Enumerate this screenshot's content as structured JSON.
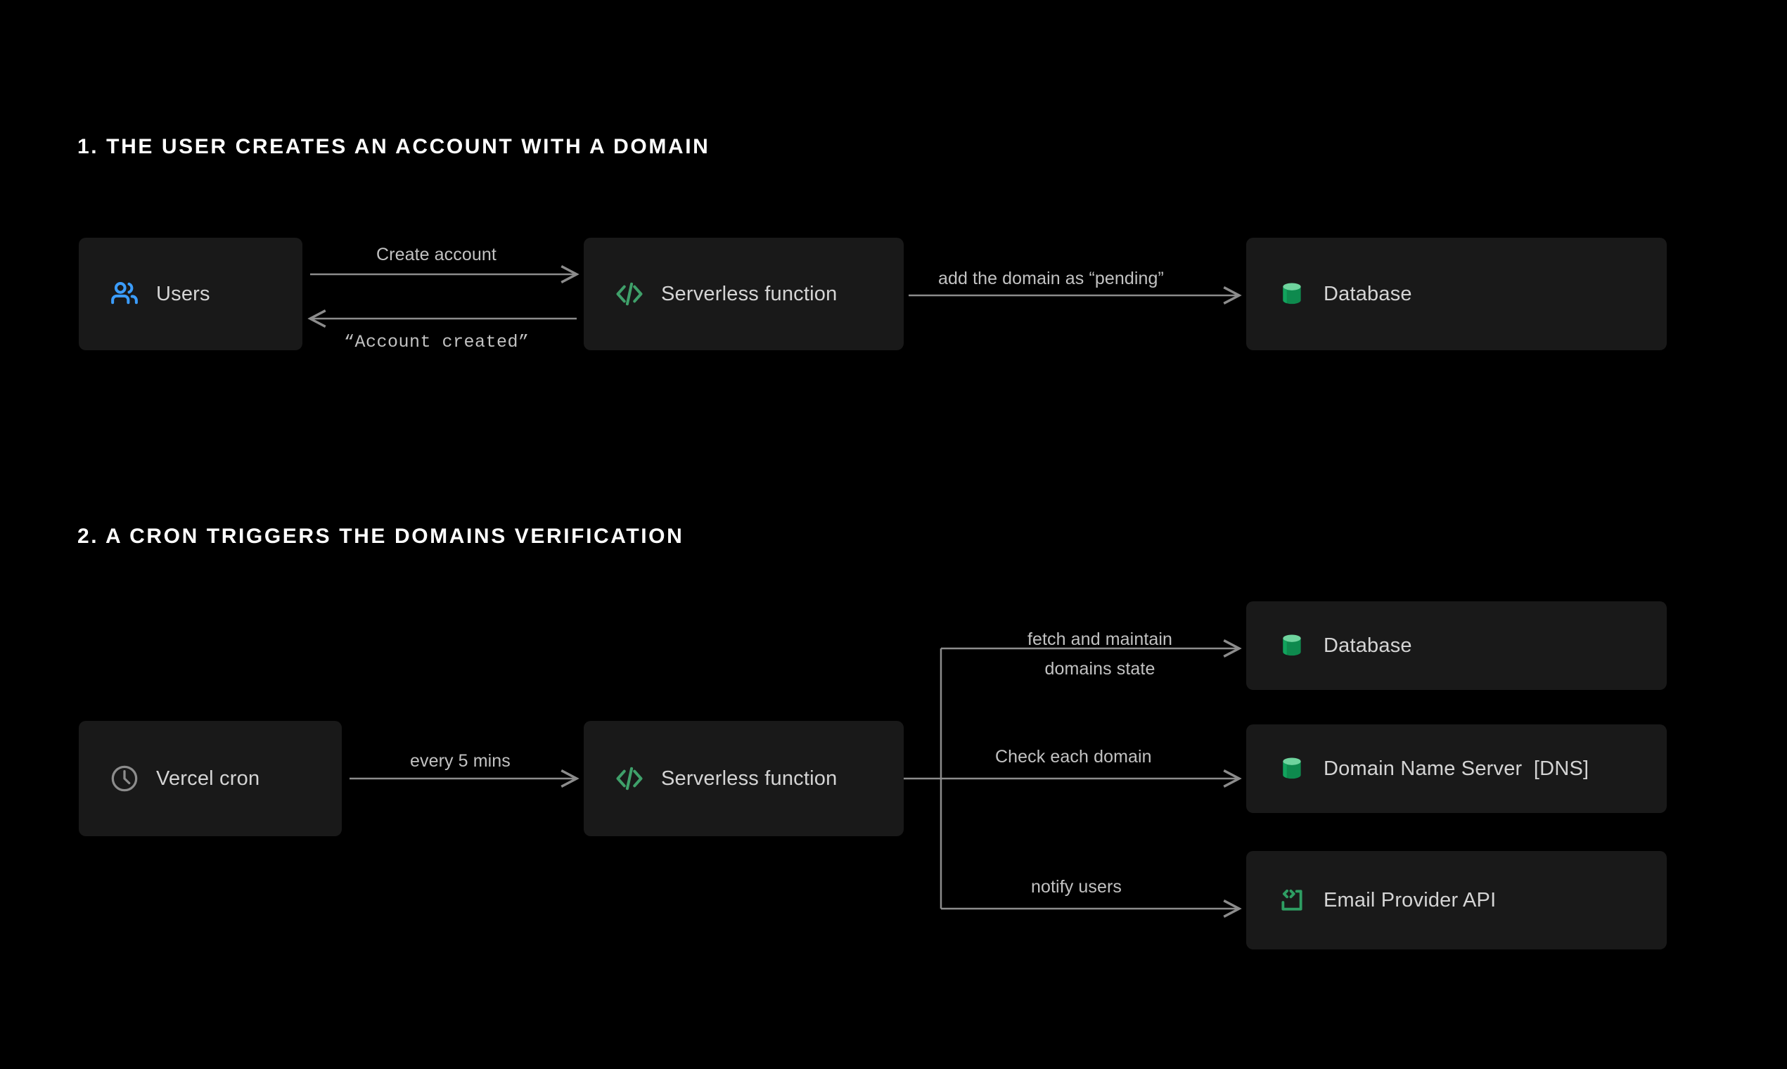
{
  "page": {
    "background": "#000000",
    "box_fill": "#191919",
    "text_color": "#d4d4d4",
    "heading_color": "#ffffff",
    "line_color": "#8c8c8c",
    "accent_green": "#3fa06a",
    "accent_green_light": "#6fd49e",
    "accent_green_dark": "#0e8a4e",
    "accent_blue": "#3b9dff",
    "icon_gray": "#8c8c8c"
  },
  "sections": [
    {
      "id": "section-1",
      "heading": "1. THE USER CREATES AN ACCOUNT WITH A DOMAIN",
      "nodes": [
        {
          "id": "users",
          "label": "Users",
          "icon": "users-icon"
        },
        {
          "id": "fn1",
          "label": "Serverless function",
          "icon": "code-icon"
        },
        {
          "id": "db1",
          "label": "Database",
          "icon": "database-icon"
        }
      ],
      "edges": [
        {
          "id": "create-account",
          "label": "Create account",
          "from": "users",
          "to": "fn1",
          "direction": "right",
          "style": "sans"
        },
        {
          "id": "account-created",
          "label": "“Account created”",
          "from": "fn1",
          "to": "users",
          "direction": "left",
          "style": "mono"
        },
        {
          "id": "add-domain",
          "label": "add the domain as “pending”",
          "from": "fn1",
          "to": "db1",
          "direction": "right",
          "style": "sans"
        }
      ]
    },
    {
      "id": "section-2",
      "heading": "2. A CRON TRIGGERS THE DOMAINS VERIFICATION",
      "nodes": [
        {
          "id": "cron",
          "label": "Vercel cron",
          "icon": "clock-icon"
        },
        {
          "id": "fn2",
          "label": "Serverless function",
          "icon": "code-icon"
        },
        {
          "id": "db2",
          "label": "Database",
          "icon": "database-icon"
        },
        {
          "id": "dns",
          "label": "Domain Name Server  [DNS]",
          "icon": "database-icon"
        },
        {
          "id": "email",
          "label": "Email Provider API",
          "icon": "api-bracket-icon"
        }
      ],
      "edges": [
        {
          "id": "every-5-mins",
          "label": "every 5 mins",
          "from": "cron",
          "to": "fn2",
          "direction": "right",
          "style": "sans"
        },
        {
          "id": "fetch-maintain",
          "label": "fetch and maintain\ndomains state",
          "from": "fn2",
          "to": "db2",
          "direction": "right",
          "style": "sans"
        },
        {
          "id": "check-domain",
          "label": "Check each domain",
          "from": "fn2",
          "to": "dns",
          "direction": "right",
          "style": "sans"
        },
        {
          "id": "notify-users",
          "label": "notify users",
          "from": "fn2",
          "to": "email",
          "direction": "right",
          "style": "sans"
        }
      ]
    }
  ],
  "labels": {
    "fetch_line_1": "fetch and maintain",
    "fetch_line_2": "domains state"
  }
}
